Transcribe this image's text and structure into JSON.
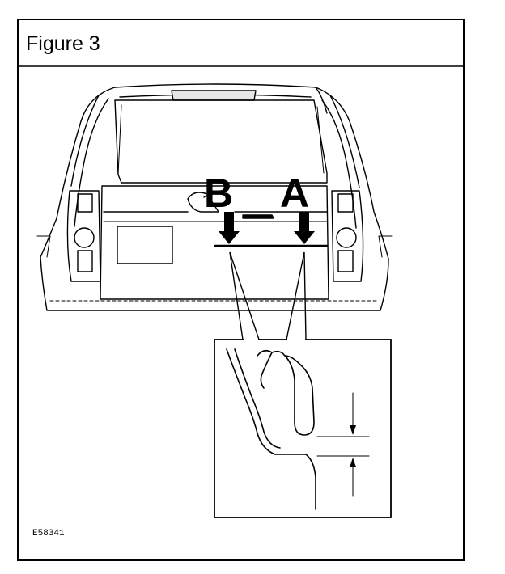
{
  "figure": {
    "title": "Figure 3",
    "callout_a": "A",
    "callout_b": "B",
    "reference_code": "E58341"
  }
}
